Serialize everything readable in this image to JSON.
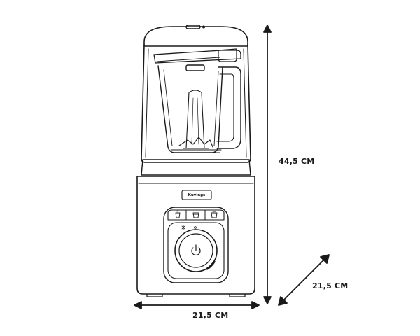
{
  "brand": {
    "name": "Kuvings"
  },
  "dimensions": {
    "height": "44,5 CM",
    "depth": "21,5 CM",
    "width": "21,5 CM"
  },
  "colors": {
    "line": "#1a1a1a",
    "background": "#ffffff"
  },
  "icons": [
    "power-icon",
    "smoothie-icon",
    "cup-icon",
    "jug-icon",
    "sparkle-icon",
    "dot-icon"
  ]
}
